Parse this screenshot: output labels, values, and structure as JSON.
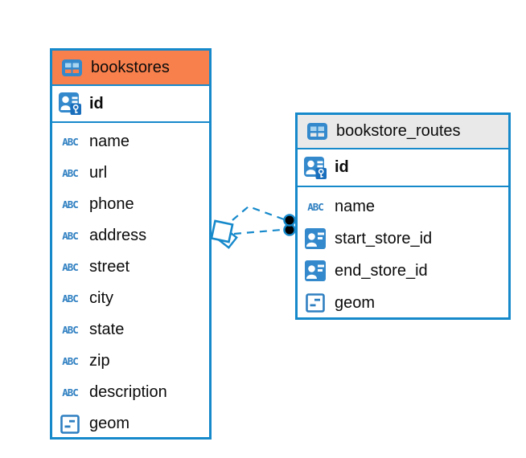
{
  "colors": {
    "accent_blue": "#1689cb",
    "bookstores_header": "#f8804d",
    "routes_header": "#e9e9e9",
    "icon_blue": "#3389cc",
    "text": "#0b0b0b"
  },
  "icons": {
    "text_type_label": "ABC"
  },
  "tables": {
    "bookstores": {
      "title": "bookstores",
      "pk": {
        "label": "id"
      },
      "columns": [
        {
          "label": "name",
          "type": "text"
        },
        {
          "label": "url",
          "type": "text"
        },
        {
          "label": "phone",
          "type": "text"
        },
        {
          "label": "address",
          "type": "text"
        },
        {
          "label": "street",
          "type": "text"
        },
        {
          "label": "city",
          "type": "text"
        },
        {
          "label": "state",
          "type": "text"
        },
        {
          "label": "zip",
          "type": "text"
        },
        {
          "label": "description",
          "type": "text"
        },
        {
          "label": "geom",
          "type": "geometry"
        }
      ]
    },
    "bookstore_routes": {
      "title": "bookstore_routes",
      "pk": {
        "label": "id"
      },
      "columns": [
        {
          "label": "name",
          "type": "text"
        },
        {
          "label": "start_store_id",
          "type": "reference"
        },
        {
          "label": "end_store_id",
          "type": "reference"
        },
        {
          "label": "geom",
          "type": "geometry"
        }
      ]
    }
  },
  "relation": {
    "style": "dashed",
    "from_table": "bookstores",
    "to_table": "bookstore_routes",
    "link_count": 2,
    "source_marker": "diamond",
    "target_marker": "dots"
  }
}
